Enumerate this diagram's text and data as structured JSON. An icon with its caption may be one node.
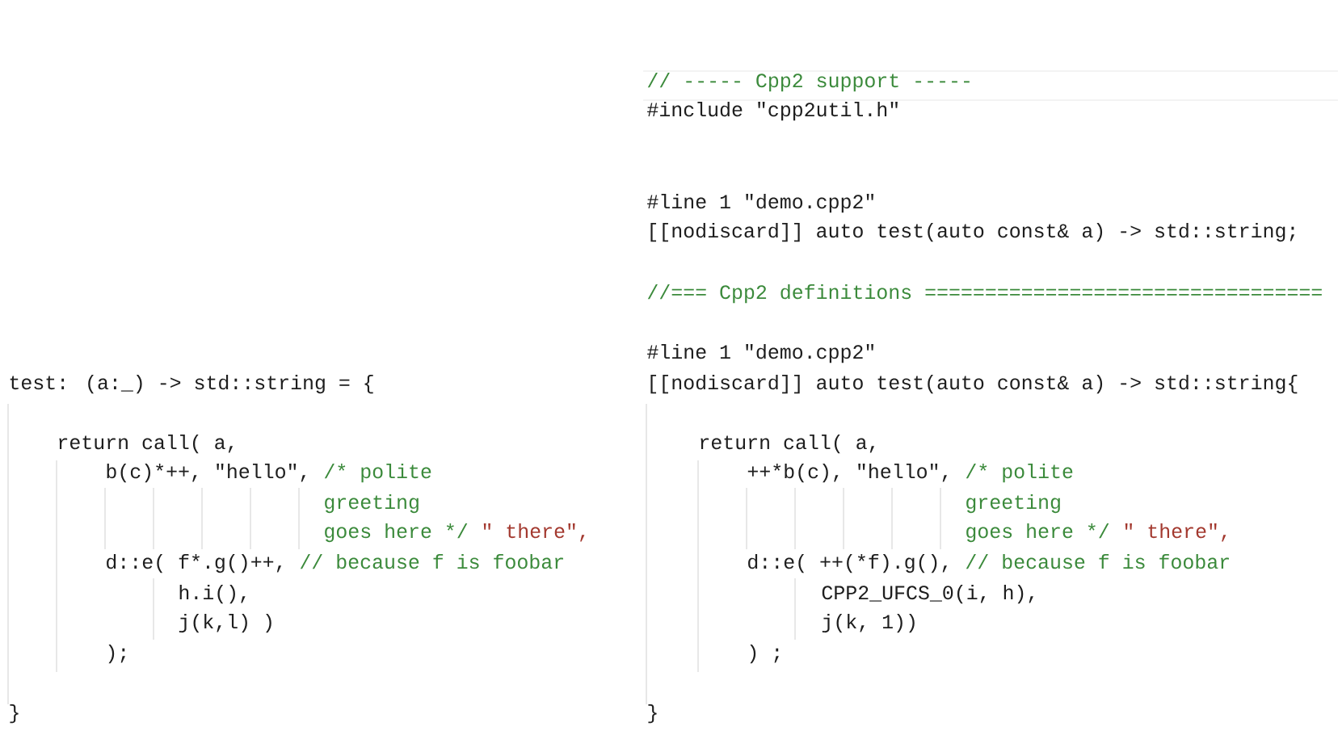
{
  "diagram": {
    "labels": [
      "test: (a:_) -> std::string = {",
      "return call( a,",
      "b(c)*++, \"hello\",",
      "/* polite",
      "greeting",
      "goes here */",
      "\" there\",",
      "d::e( f*.g()++,",
      "// because f is foobar",
      "h.i(),",
      "j(k,l) )",
      ");",
      "}",
      "// ----- Cpp2 support -----",
      "#include \"cpp2util.h\"",
      "#line 1 \"demo.cpp2\"",
      "[[nodiscard]] auto test(auto const& a) -> std::string;",
      "//=== Cpp2 definitions =================================",
      "#line 1 \"demo.cpp2\"",
      "[[nodiscard]] auto test(auto const& a) -> std::string{",
      "return call( a,",
      "++*b(c), \"hello\",",
      "/* polite",
      "greeting",
      "goes here */",
      "\" there\",",
      "d::e( ++(*f).g(),",
      "// because f is foobar",
      "CPP2_UFCS_0(i, h),",
      "j(k, 1))",
      ") ;",
      "}"
    ]
  }
}
